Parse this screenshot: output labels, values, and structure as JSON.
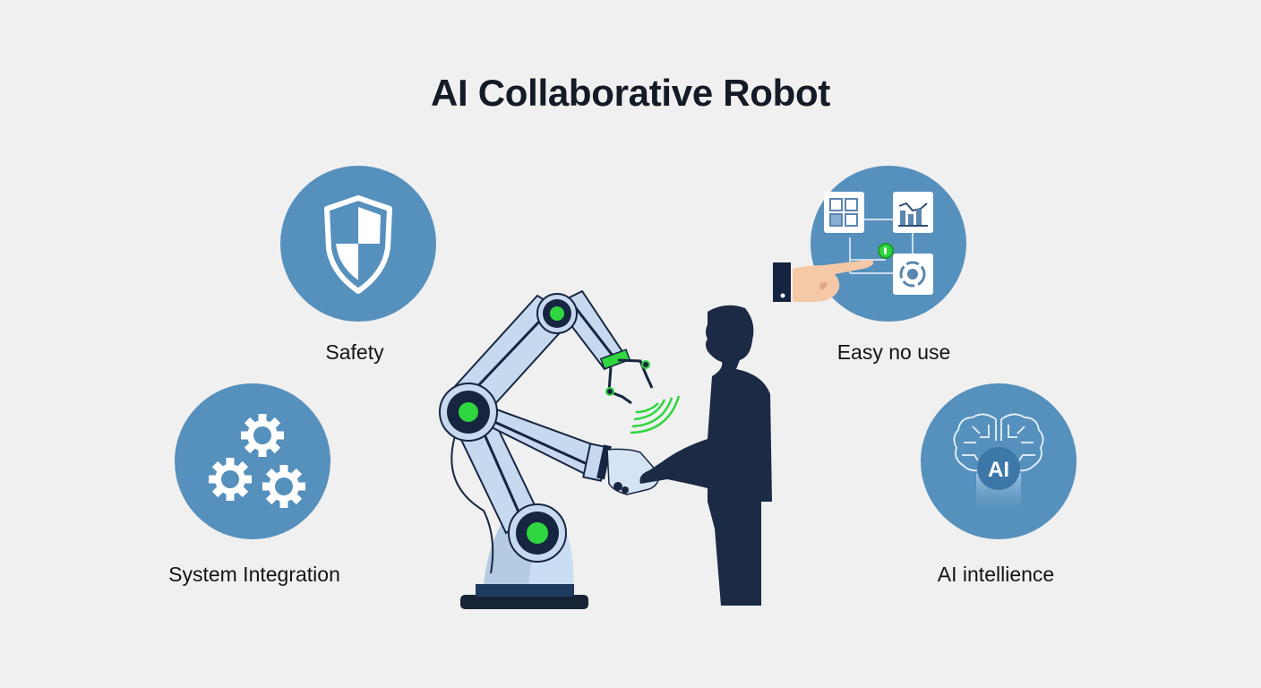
{
  "title": "AI Collaborative Robot",
  "colors": {
    "background": "#f0f0f0",
    "circle": "#5690bd",
    "title_text": "#141a26",
    "accent_green": "#2fd63f",
    "robot_light": "#c6d9ef",
    "robot_dark": "#172640",
    "silhouette": "#1b2a45"
  },
  "features": [
    {
      "id": "safety",
      "label": "Safety",
      "icon": "shield-icon"
    },
    {
      "id": "easy",
      "label": "Easy no use",
      "icon": "touch-dashboard-icon"
    },
    {
      "id": "system",
      "label": "System Integration",
      "icon": "gears-icon"
    },
    {
      "id": "ai",
      "label": "AI intellience",
      "icon": "ai-brain-icon",
      "badge": "AI"
    }
  ],
  "illustration": {
    "subject": "robot-arm-handshake-with-human",
    "elements": [
      "robot-arm",
      "gripper",
      "signal-waves",
      "handshake",
      "human-silhouette"
    ]
  }
}
